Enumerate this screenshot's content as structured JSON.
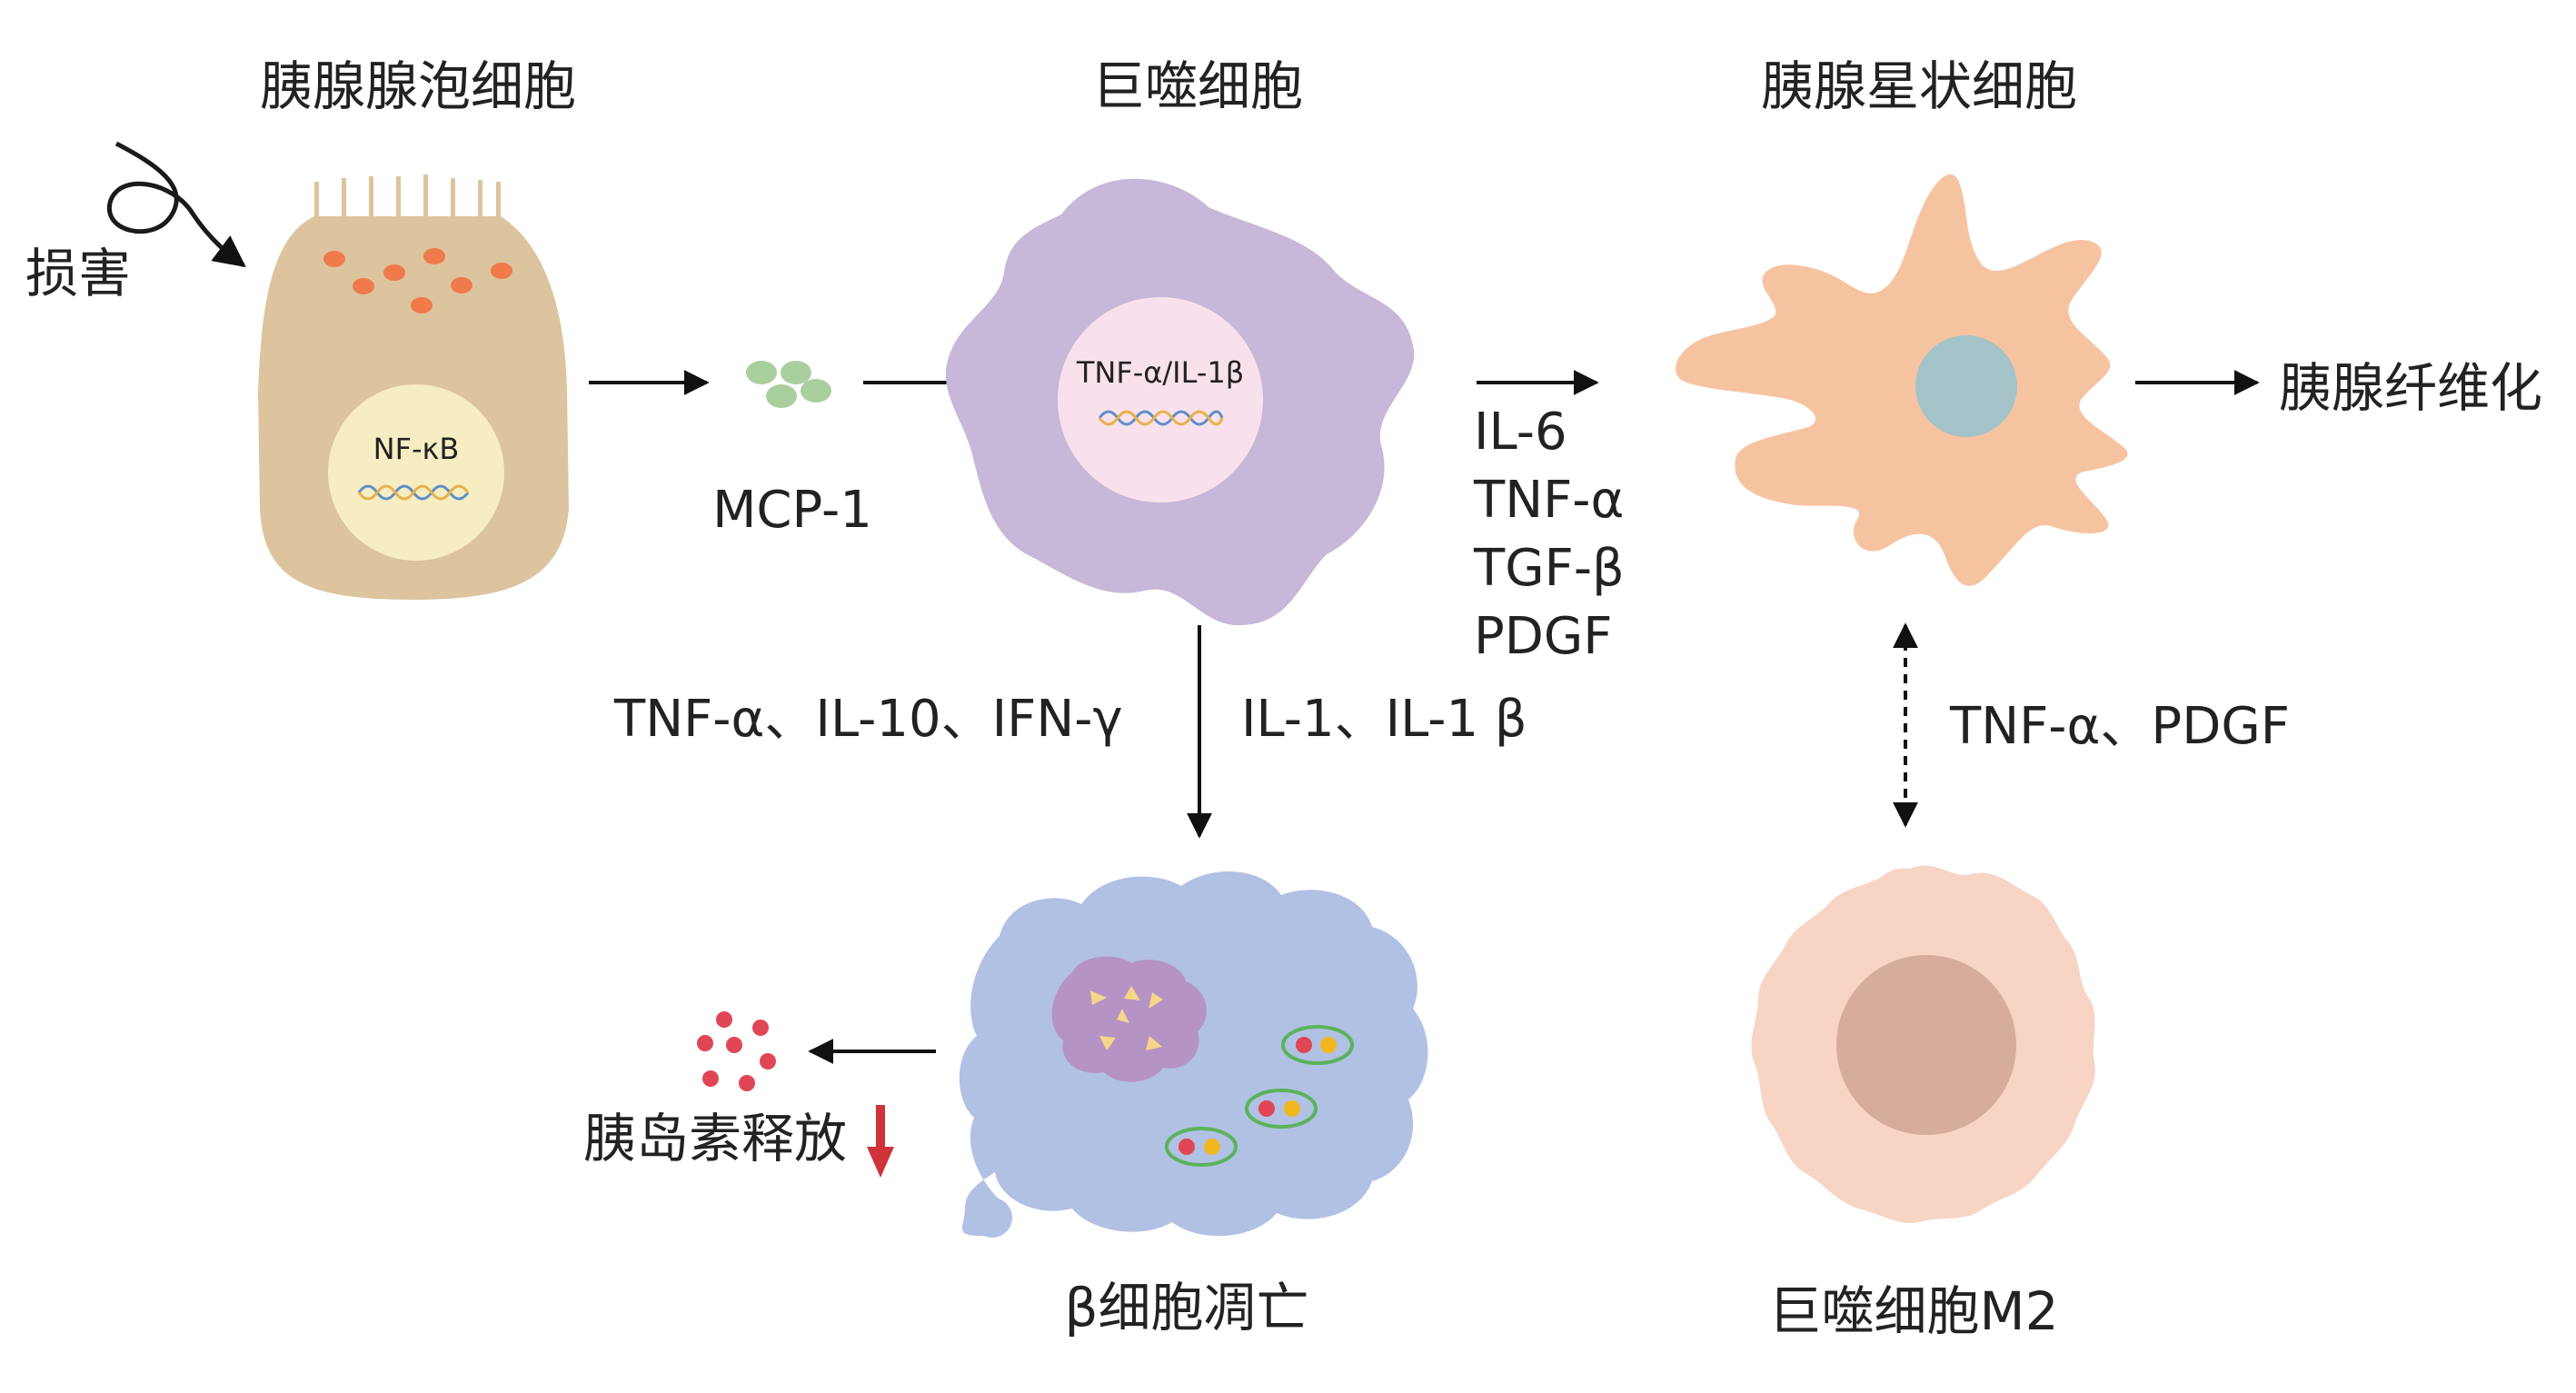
{
  "titles": {
    "acinar_cell": "胰腺腺泡细胞",
    "macrophage": "巨噬细胞",
    "stellate_cell": "胰腺星状细胞"
  },
  "labels": {
    "injury": "损害",
    "nfkb": "NF-κB",
    "mcp1": "MCP-1",
    "tnf_il1b": "TNF-α/IL-1β",
    "cytokines_to_stellate": [
      "IL-6",
      "TNF-α",
      "TGF-β",
      "PDGF"
    ],
    "fibrosis": "胰腺纤维化",
    "left_down_cytokines": "TNF-α、IL-10、IFN-γ",
    "right_down_cytokines": "IL-1、IL-1 β",
    "m2_cytokines": "TNF-α、PDGF",
    "beta_apoptosis": "β细胞凋亡",
    "insulin_release": "胰岛素释放",
    "macrophage_m2": "巨噬细胞M2"
  },
  "colors": {
    "acinar": "#dcc49e",
    "nucleus": "#f7edc3",
    "granule": "#ef7a4b",
    "mcp1_dot": "#a9cf9f",
    "macrophage": "#c7b7d8",
    "macrophage_nucleus": "#f8e1ec",
    "stellate": "#f6c3a1",
    "stellate_nucleus": "#a3c3c8",
    "beta_cell": "#b1c1e4",
    "beta_blob": "#b693c5",
    "m2_cell": "#f7d4c4",
    "m2_nucleus": "#d6ad9d",
    "insulin_dot": "#e14655",
    "down_arrow": "#d0323a",
    "arrow": "#111111"
  }
}
